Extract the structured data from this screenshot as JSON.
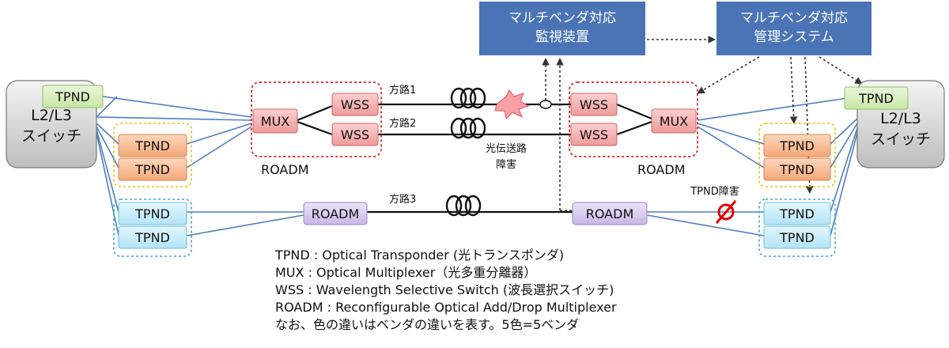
{
  "top_boxes": {
    "monitor": [
      "マルチベンダ対応",
      "監視装置"
    ],
    "management": [
      "マルチベンダ対応",
      "管理システム"
    ]
  },
  "left_switch": [
    "L2/L3",
    "スイッチ"
  ],
  "right_switch": [
    "L2/L3",
    "スイッチ"
  ],
  "tpnd": "TPND",
  "mux": "MUX",
  "wss": "WSS",
  "roadm_box": "ROADM",
  "roadm_group": "ROADM",
  "routes": {
    "route1": "方路1",
    "route2": "方路2",
    "route3": "方路3"
  },
  "fault_fiber": [
    "光伝送路",
    "障害"
  ],
  "fault_tpnd": "TPND障害",
  "legend": [
    "TPND : Optical Transponder (光トランスポンダ)",
    "MUX : Optical Multiplexer（光多重分離器）",
    "WSS : Wavelength Selective Switch (波長選択スイッチ)",
    "ROADM : Reconfigurable Optical Add/Drop Multiplexer",
    "なお、色の違いはベンダの違いを表す。5色=5ベンダ"
  ],
  "colors": {
    "top_box": "#4a74b5",
    "tpnd_green": "#d7eebb",
    "tpnd_orange": "#f7b98f",
    "tpnd_blue": "#c6ecfb",
    "red_node": "#f2a8a8",
    "roadm_purple": "#d6c8ee",
    "link_blue": "#4f7ec0",
    "fault_red": "#e00000"
  }
}
